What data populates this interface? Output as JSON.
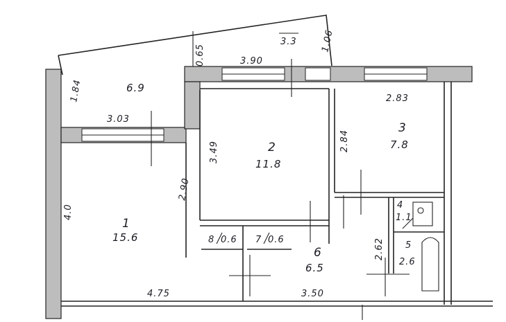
{
  "rooms": [
    {
      "number": "1",
      "area": "15.6"
    },
    {
      "number": "2",
      "area": "11.8"
    },
    {
      "number": "3",
      "area": "7.8"
    },
    {
      "number": "4",
      "area": "1.1"
    },
    {
      "number": "5",
      "area": "2.6"
    },
    {
      "number": "6",
      "area": "6.5"
    },
    {
      "number": "",
      "area": "6.9"
    },
    {
      "number": "8",
      "area": "0.6"
    },
    {
      "number": "7",
      "area": "0.6"
    }
  ],
  "dimensions": {
    "balcony_left": "1.84",
    "balcony_top_left": "0.65",
    "balcony_right": "1.06",
    "top_center": "3.90",
    "top_right": "3.3",
    "balcony_bottom": "3.03",
    "room2_left": "3.49",
    "room2_right": "2.84",
    "room3_top": "2.83",
    "room1_left": "4.0",
    "room1_right": "2.90",
    "bottom_left": "4.75",
    "bottom_right": "3.50",
    "corridor": "2.62"
  }
}
